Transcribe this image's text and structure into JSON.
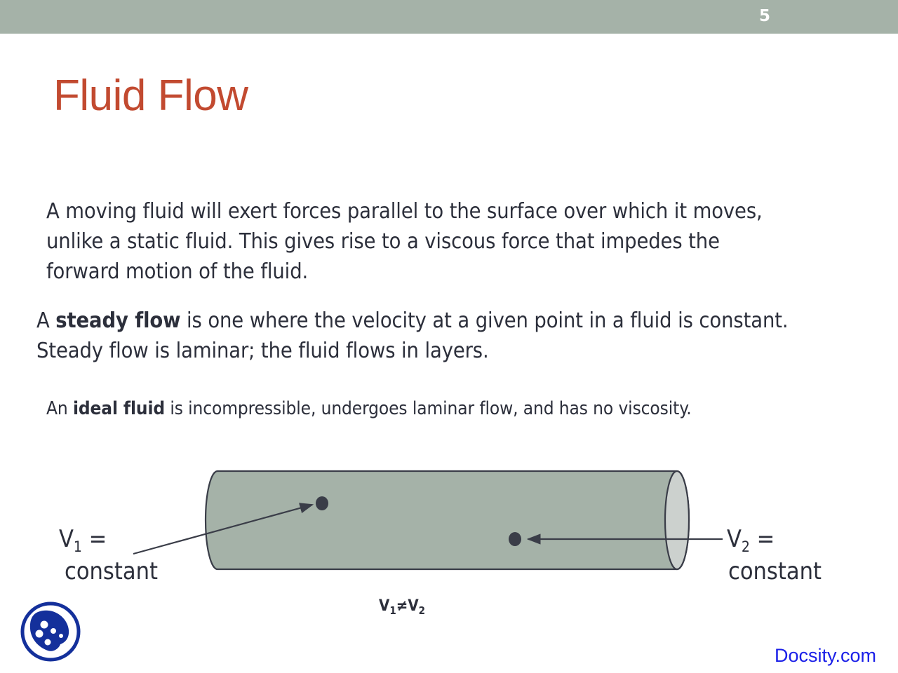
{
  "header": {
    "band_color": "#a5b2a8",
    "slide_number": "5"
  },
  "title": {
    "text": "Fluid Flow",
    "color": "#c24a30"
  },
  "body": {
    "paragraph_1": "A moving fluid will exert forces parallel to the surface over which it moves, unlike a static fluid.  This gives rise to a viscous force that impedes the forward motion of the fluid.",
    "paragraph_2_prefix": "A ",
    "paragraph_2_bold": "steady flow",
    "paragraph_2_suffix": " is one where the velocity at a given point in a fluid is constant. Steady flow is laminar; the fluid flows in layers.",
    "paragraph_3_prefix": "An ",
    "paragraph_3_bold": "ideal fluid",
    "paragraph_3_suffix": " is incompressible, undergoes laminar flow, and has no viscosity."
  },
  "diagram": {
    "name": "fluid-flow-cylinder",
    "tube_fill": "#a5b2a8",
    "cap_fill": "#ccd1ce",
    "stroke": "#3a3d48",
    "particle_color": "#3a3d48",
    "label_v1_symbol": "V",
    "label_v1_subscript": "1",
    "label_v1_equals": " =",
    "label_v1_value": "constant",
    "label_v2_symbol": "V",
    "label_v2_subscript": "2",
    "label_v2_equals": " =",
    "label_v2_value": "constant",
    "caption_symbol_1": "V",
    "caption_sub_1": "1",
    "caption_operator": "≠",
    "caption_symbol_2": "V",
    "caption_sub_2": "2"
  },
  "footer": {
    "logo_name": "docsity-logo",
    "logo_color": "#14309b",
    "site_text": "Docsity.com",
    "site_color": "#1b20e8"
  }
}
